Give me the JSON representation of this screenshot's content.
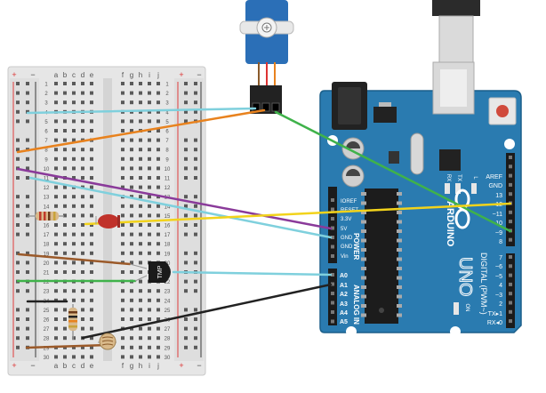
{
  "breadboard": {
    "column_letters_left": [
      "a",
      "b",
      "c",
      "d",
      "e"
    ],
    "column_letters_right": [
      "f",
      "g",
      "h",
      "i",
      "j"
    ],
    "rail_plus": "+",
    "rail_minus": "−",
    "row_numbers": [
      "1",
      "2",
      "3",
      "4",
      "5",
      "6",
      "7",
      "8",
      "9",
      "10",
      "11",
      "12",
      "13",
      "14",
      "15",
      "16",
      "17",
      "18",
      "19",
      "20",
      "21",
      "22",
      "23",
      "24",
      "25",
      "26",
      "27",
      "28",
      "29",
      "30"
    ]
  },
  "arduino": {
    "model": "UNO",
    "brand": "ARDUINO",
    "section_digital": "DIGITAL (PWM~)",
    "section_analog": "ANALOG IN",
    "section_power": "POWER",
    "on_label": "ON",
    "tx_label": "TX",
    "rx_label": "RX",
    "l_label": "L",
    "power_pins": [
      "IOREF",
      "RESET",
      "3.3V",
      "5V",
      "GND",
      "GND",
      "Vin"
    ],
    "analog_pins": [
      "A0",
      "A1",
      "A2",
      "A3",
      "A4",
      "A5"
    ],
    "digital_top": [
      "AREF",
      "GND",
      "13",
      "12",
      "~11",
      "~10",
      "~9",
      "8"
    ],
    "digital_bottom": [
      "7",
      "~6",
      "~5",
      "4",
      "~3",
      "2",
      "TX▸1",
      "RX◂0"
    ],
    "accent_color": "#1f6fa3"
  },
  "components": {
    "temp_sensor_label": "TMP"
  },
  "wire_colors": {
    "cyan": "#7fd0dd",
    "orange": "#e8821e",
    "green": "#3fb24a",
    "purple": "#8a3a9a",
    "yellow": "#f2d31b",
    "brown": "#9b5a2a",
    "black": "#222222"
  }
}
